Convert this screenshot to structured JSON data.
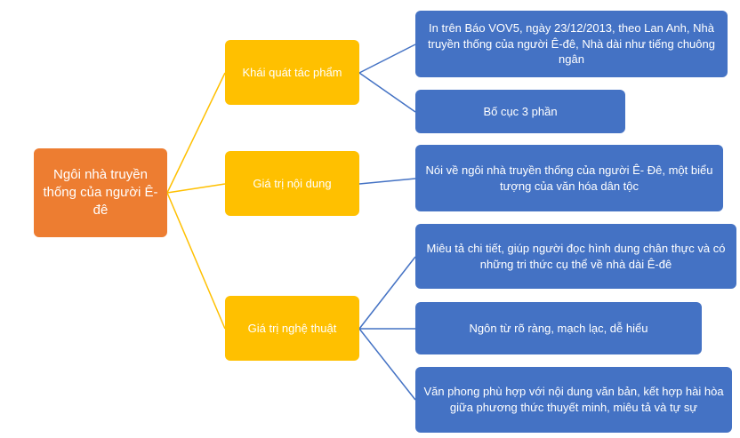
{
  "root": {
    "label": "Ngôi nhà truyền thống của người Ê-đê"
  },
  "branches": [
    {
      "label": "Khái quát tác phẩm",
      "children": [
        "In trên Báo VOV5, ngày 23/12/2013, theo Lan Anh, Nhà truyền thống của người Ê-đê, Nhà dài như tiếng chuông ngân",
        "Bố cục 3 phần"
      ]
    },
    {
      "label": "Giá trị nội dung",
      "children": [
        "Nói về ngôi nhà truyền thống của người Ê- Đê, một biểu tượng của văn hóa dân tộc"
      ]
    },
    {
      "label": "Giá trị nghệ thuật",
      "children": [
        "Miêu tả chi tiết, giúp người đọc hình dung chân thực và có những tri thức cụ thể về nhà dài Ê-đê",
        "Ngôn từ rõ ràng, mạch lạc, dễ hiểu",
        "Văn phong phù hợp với nội dung văn bản, kết hợp hài hòa giữa phương thức thuyết minh, miêu tả và tự sự"
      ]
    }
  ],
  "colors": {
    "root": "#ED7D31",
    "branch": "#FFC000",
    "leaf": "#4472C4"
  }
}
